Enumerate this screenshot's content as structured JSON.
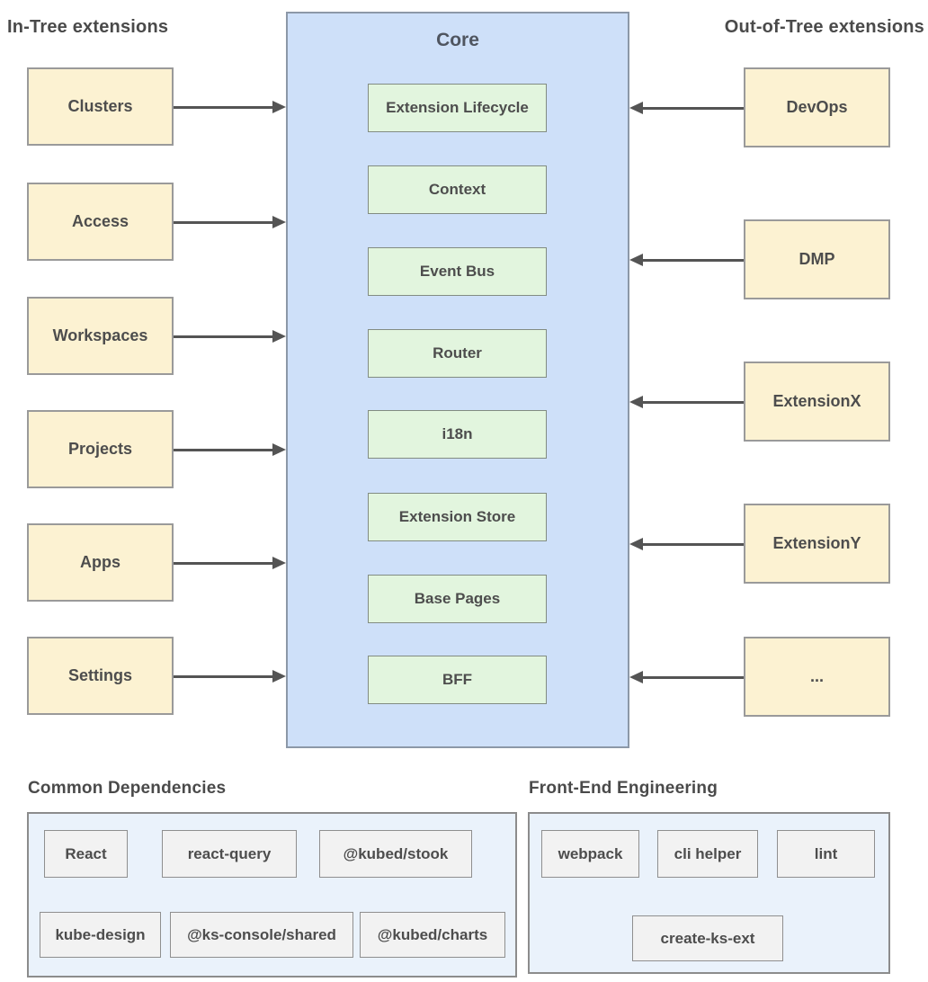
{
  "left_section": {
    "title": "In-Tree extensions",
    "items": [
      "Clusters",
      "Access",
      "Workspaces",
      "Projects",
      "Apps",
      "Settings"
    ]
  },
  "core": {
    "title": "Core",
    "modules": [
      "Extension Lifecycle",
      "Context",
      "Event Bus",
      "Router",
      "i18n",
      "Extension Store",
      "Base Pages",
      "BFF"
    ]
  },
  "right_section": {
    "title": "Out-of-Tree extensions",
    "items": [
      "DevOps",
      "DMP",
      "ExtensionX",
      "ExtensionY",
      "..."
    ]
  },
  "common_dependencies": {
    "title": "Common Dependencies",
    "row1": [
      "React",
      "react-query",
      "@kubed/stook"
    ],
    "row2": [
      "kube-design",
      "@ks-console/shared",
      "@kubed/charts"
    ]
  },
  "frontend_engineering": {
    "title": "Front-End Engineering",
    "row1": [
      "webpack",
      "cli helper",
      "lint"
    ],
    "row2": [
      "create-ks-ext"
    ]
  },
  "edges": [
    {
      "from": "Clusters",
      "to": "Core"
    },
    {
      "from": "Access",
      "to": "Core"
    },
    {
      "from": "Workspaces",
      "to": "Core"
    },
    {
      "from": "Projects",
      "to": "Core"
    },
    {
      "from": "Apps",
      "to": "Core"
    },
    {
      "from": "Settings",
      "to": "Core"
    },
    {
      "from": "DevOps",
      "to": "Core"
    },
    {
      "from": "DMP",
      "to": "Core"
    },
    {
      "from": "ExtensionX",
      "to": "Core"
    },
    {
      "from": "ExtensionY",
      "to": "Core"
    },
    {
      "from": "...",
      "to": "Core"
    }
  ],
  "colors": {
    "extension_node_fill": "#fcf2d2",
    "core_panel_fill": "#cee0f9",
    "core_module_fill": "#e2f5de",
    "bottom_panel_fill": "#eaf2fb",
    "chip_fill": "#f2f2f2",
    "border_gray": "#8c8c8c",
    "arrow_color": "#545454",
    "text_color": "#4d4d4d"
  }
}
